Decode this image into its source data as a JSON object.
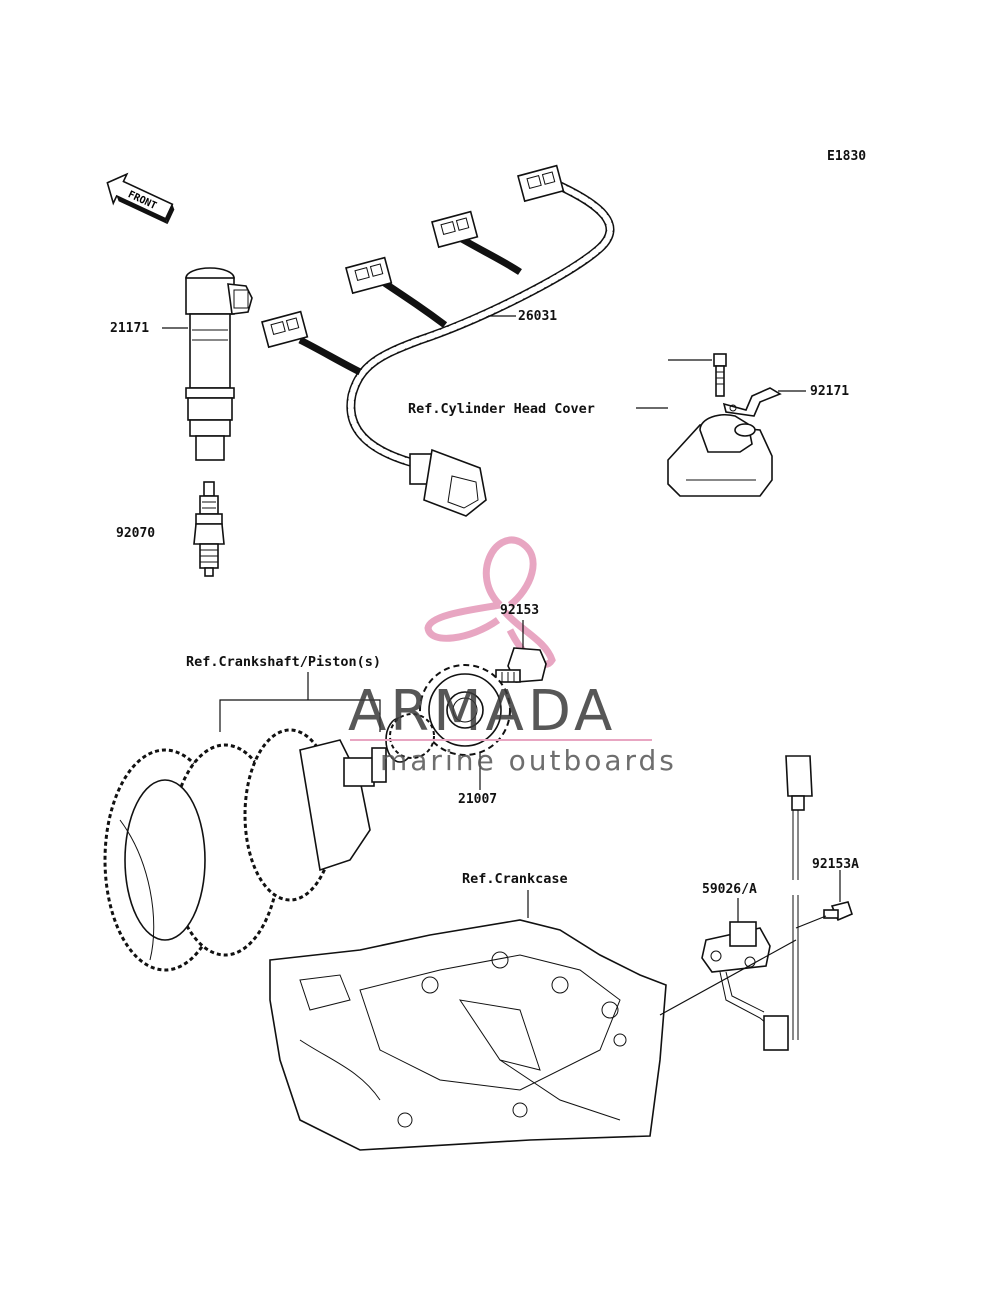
{
  "diagram_code": "E1830",
  "front_label": "FRONT",
  "parts": {
    "ignition_coil": "21171",
    "spark_plug": "92070",
    "wiring_harness": "26031",
    "clamp": "92171",
    "bolt_rotor": "92153",
    "rotor": "21007",
    "pickup_coil": "59026/A",
    "bolt_pickup": "92153A"
  },
  "references": {
    "cylinder_head_cover": "Ref.Cylinder Head Cover",
    "crankshaft_piston": "Ref.Crankshaft/Piston(s)",
    "crankcase": "Ref.Crankcase"
  },
  "watermark": {
    "brand": "ARMADA",
    "tagline": "marine outboards",
    "logo_color": "#e8a6c2",
    "underline_color": "#e8a6c2"
  }
}
